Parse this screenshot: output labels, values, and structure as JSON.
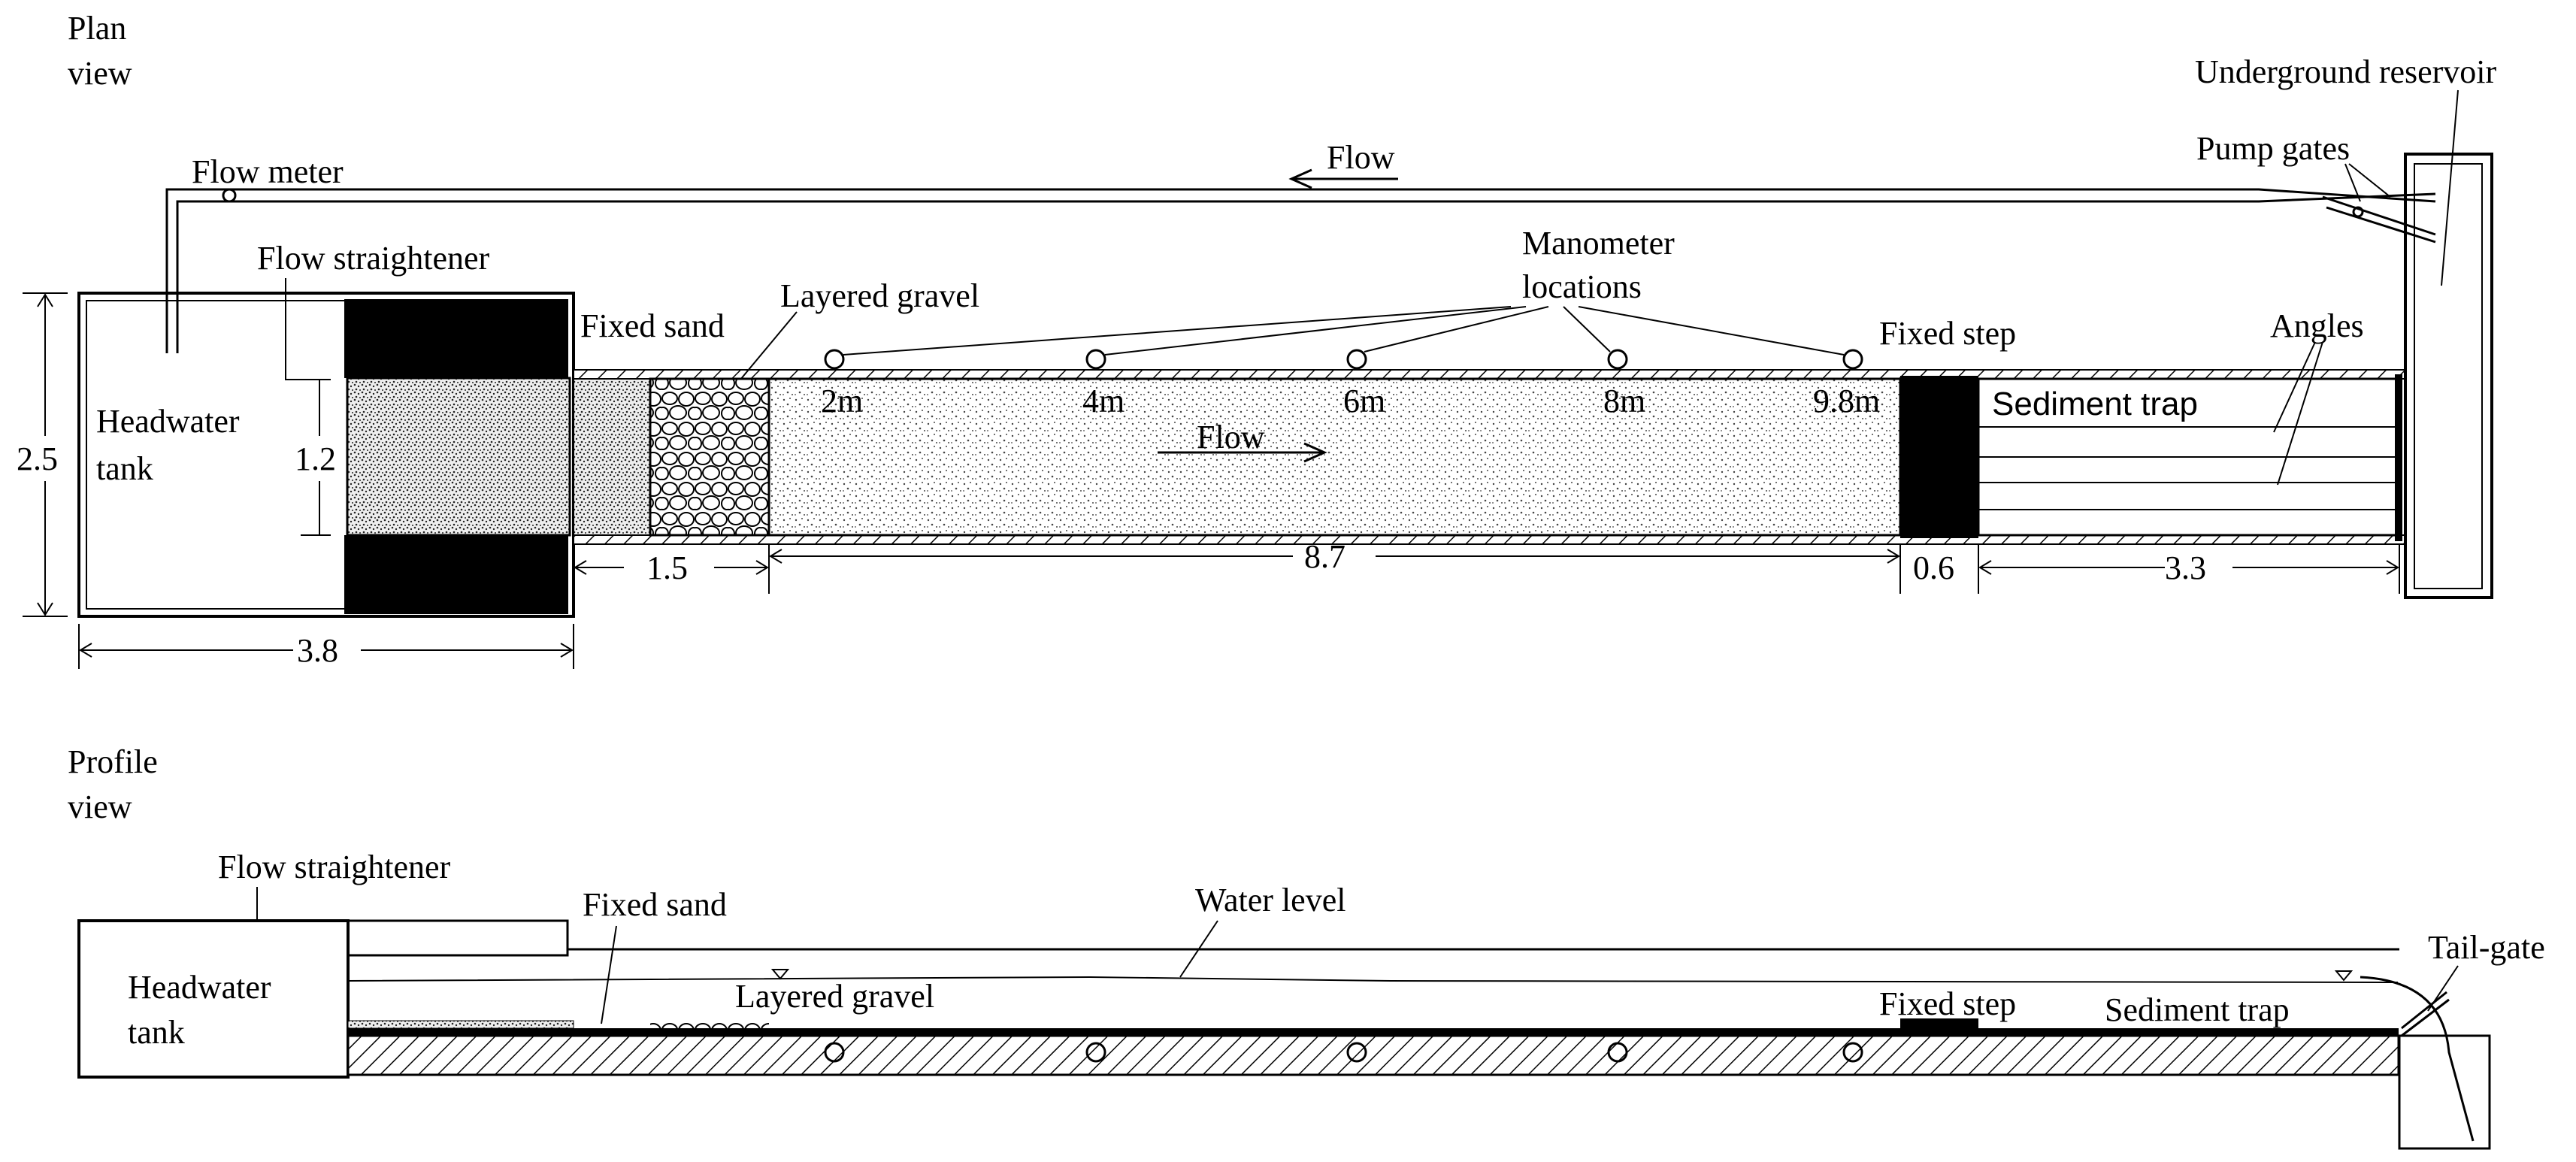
{
  "plan": {
    "title_line1": "Plan",
    "title_line2": "view",
    "flow_meter": "Flow meter",
    "flow_top": "Flow",
    "underground_reservoir": "Underground reservoir",
    "pump_gates": "Pump gates",
    "flow_straightener": "Flow straightener",
    "headwater_line1": "Headwater",
    "headwater_line2": "tank",
    "fixed_sand": "Fixed sand",
    "layered_gravel": "Layered gravel",
    "manometer_line1": "Manometer",
    "manometer_line2": "locations",
    "fixed_step": "Fixed step",
    "angles": "Angles",
    "sediment_trap": "Sediment trap",
    "flow_channel": "Flow",
    "stations": [
      "2m",
      "4m",
      "6m",
      "8m",
      "9.8m"
    ],
    "dims": {
      "tank_height": "2.5",
      "straightener_width": "1.2",
      "tank_length": "3.8",
      "sand_gravel_length": "1.5",
      "bed_length": "8.7",
      "step_length": "0.6",
      "trap_length": "3.3"
    }
  },
  "profile": {
    "title_line1": "Profile",
    "title_line2": "view",
    "flow_straightener": "Flow straightener",
    "headwater_line1": "Headwater",
    "headwater_line2": "tank",
    "fixed_sand": "Fixed sand",
    "water_level": "Water level",
    "layered_gravel": "Layered gravel",
    "fixed_step": "Fixed step",
    "sediment_trap": "Sediment trap",
    "tail_gate": "Tail-gate"
  }
}
